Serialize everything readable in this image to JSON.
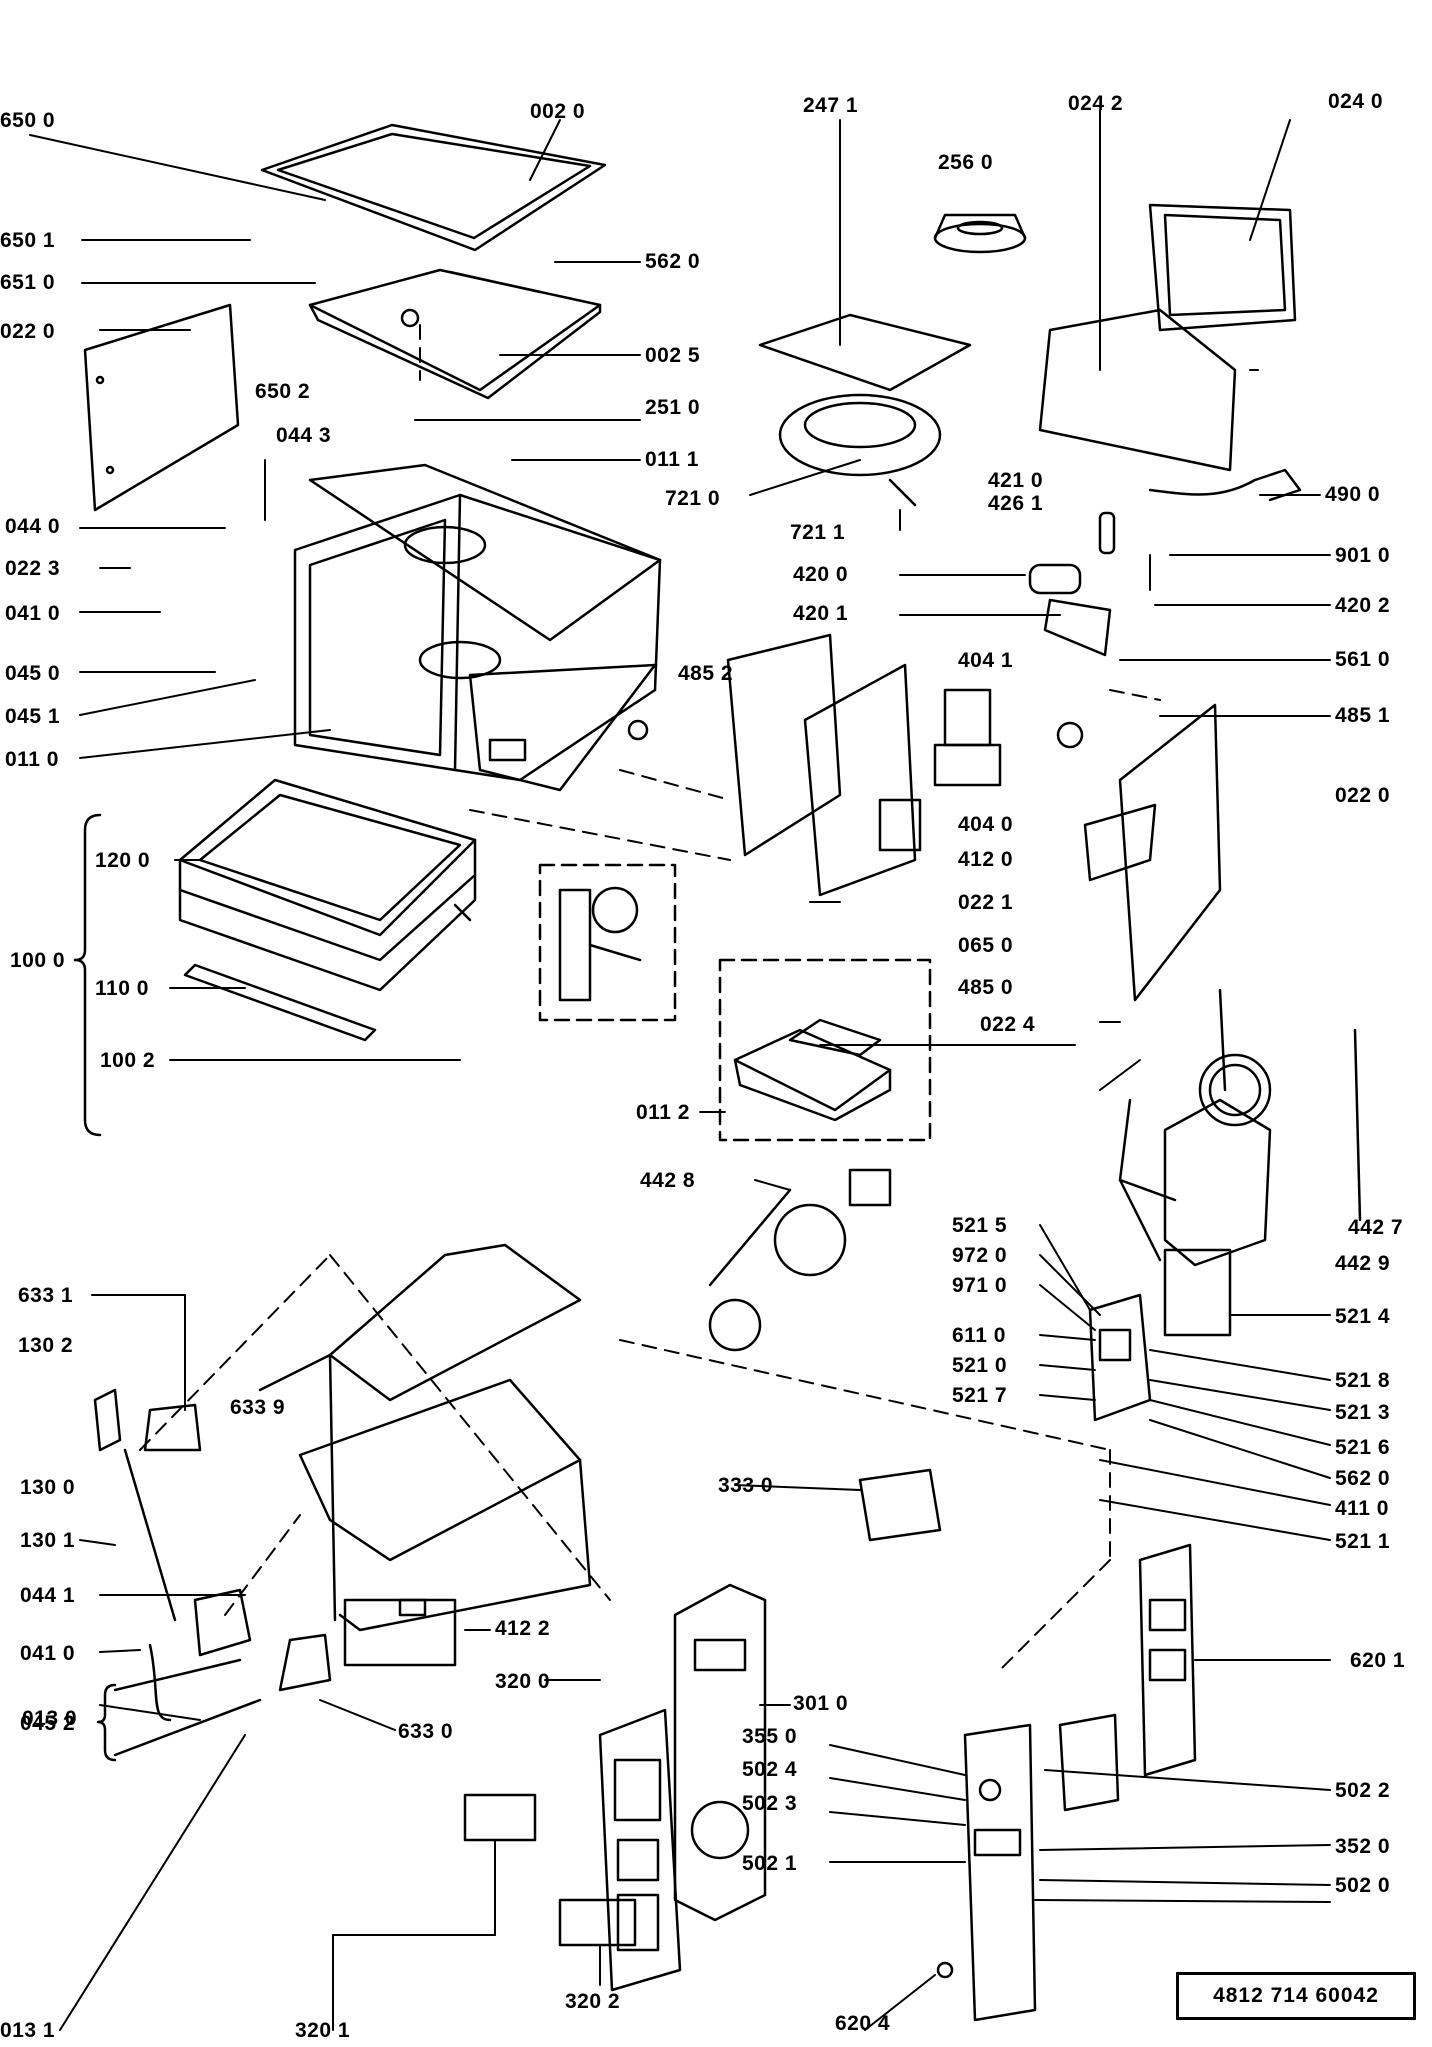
{
  "labels": {
    "l6500": "650 0",
    "l0020": "002 0",
    "l2471": "247 1",
    "l0242": "024 2",
    "l0240": "024 0",
    "l2560": "256 0",
    "l6501": "650 1",
    "l6510": "651 0",
    "l5620a": "562 0",
    "l0220a": "022 0",
    "l0025": "002 5",
    "l6502": "650 2",
    "l2510": "251 0",
    "l0443": "044 3",
    "l0111": "011 1",
    "l7210": "721 0",
    "l4210": "421 0",
    "l4261": "426 1",
    "l4900": "490 0",
    "l0440": "044 0",
    "l0223": "022 3",
    "l7211": "721 1",
    "l9010": "901 0",
    "l4200": "420 0",
    "l0410a": "041 0",
    "l4201": "420 1",
    "l4202": "420 2",
    "l0450": "045 0",
    "l4852": "485 2",
    "l4041": "404 1",
    "l5610": "561 0",
    "l0451": "045 1",
    "l4851": "485 1",
    "l0110": "011 0",
    "l0220b": "022 0",
    "l4040": "404 0",
    "l1200": "120 0",
    "l4120": "412 0",
    "l0221": "022 1",
    "l1000": "100 0",
    "l0650": "065 0",
    "l1100": "110 0",
    "l4850": "485 0",
    "l0224": "022 4",
    "l1002": "100 2",
    "l0112": "011 2",
    "l4428": "442 8",
    "l4427": "442 7",
    "l5215": "521 5",
    "l4429": "442 9",
    "l9720": "972 0",
    "l9710": "971 0",
    "l5214": "521 4",
    "l6331": "633 1",
    "l6110": "611 0",
    "l1302": "130 2",
    "l5210": "521 0",
    "l5218": "521 8",
    "l5217": "521 7",
    "l5213": "521 3",
    "l6339": "633 9",
    "l5216": "521 6",
    "l5620b": "562 0",
    "l1300": "130 0",
    "l3330": "333 0",
    "l4110": "411 0",
    "l1301": "130 1",
    "l5211": "521 1",
    "l0441": "044 1",
    "l4122": "412 2",
    "l6201": "620 1",
    "l0410b": "041 0",
    "l3200": "320 0",
    "l3010": "301 0",
    "l0452": "045 2",
    "l6330": "633 0",
    "l3550": "355 0",
    "l5024": "502 4",
    "l5022": "502 2",
    "l0130": "013 0",
    "l5023": "502 3",
    "l3520": "352 0",
    "l5021": "502 1",
    "l5020": "502 0",
    "l0131": "013 1",
    "l3201": "320 1",
    "l3202": "320 2",
    "l6204": "620 4"
  },
  "document_number": "4812  714   60042"
}
